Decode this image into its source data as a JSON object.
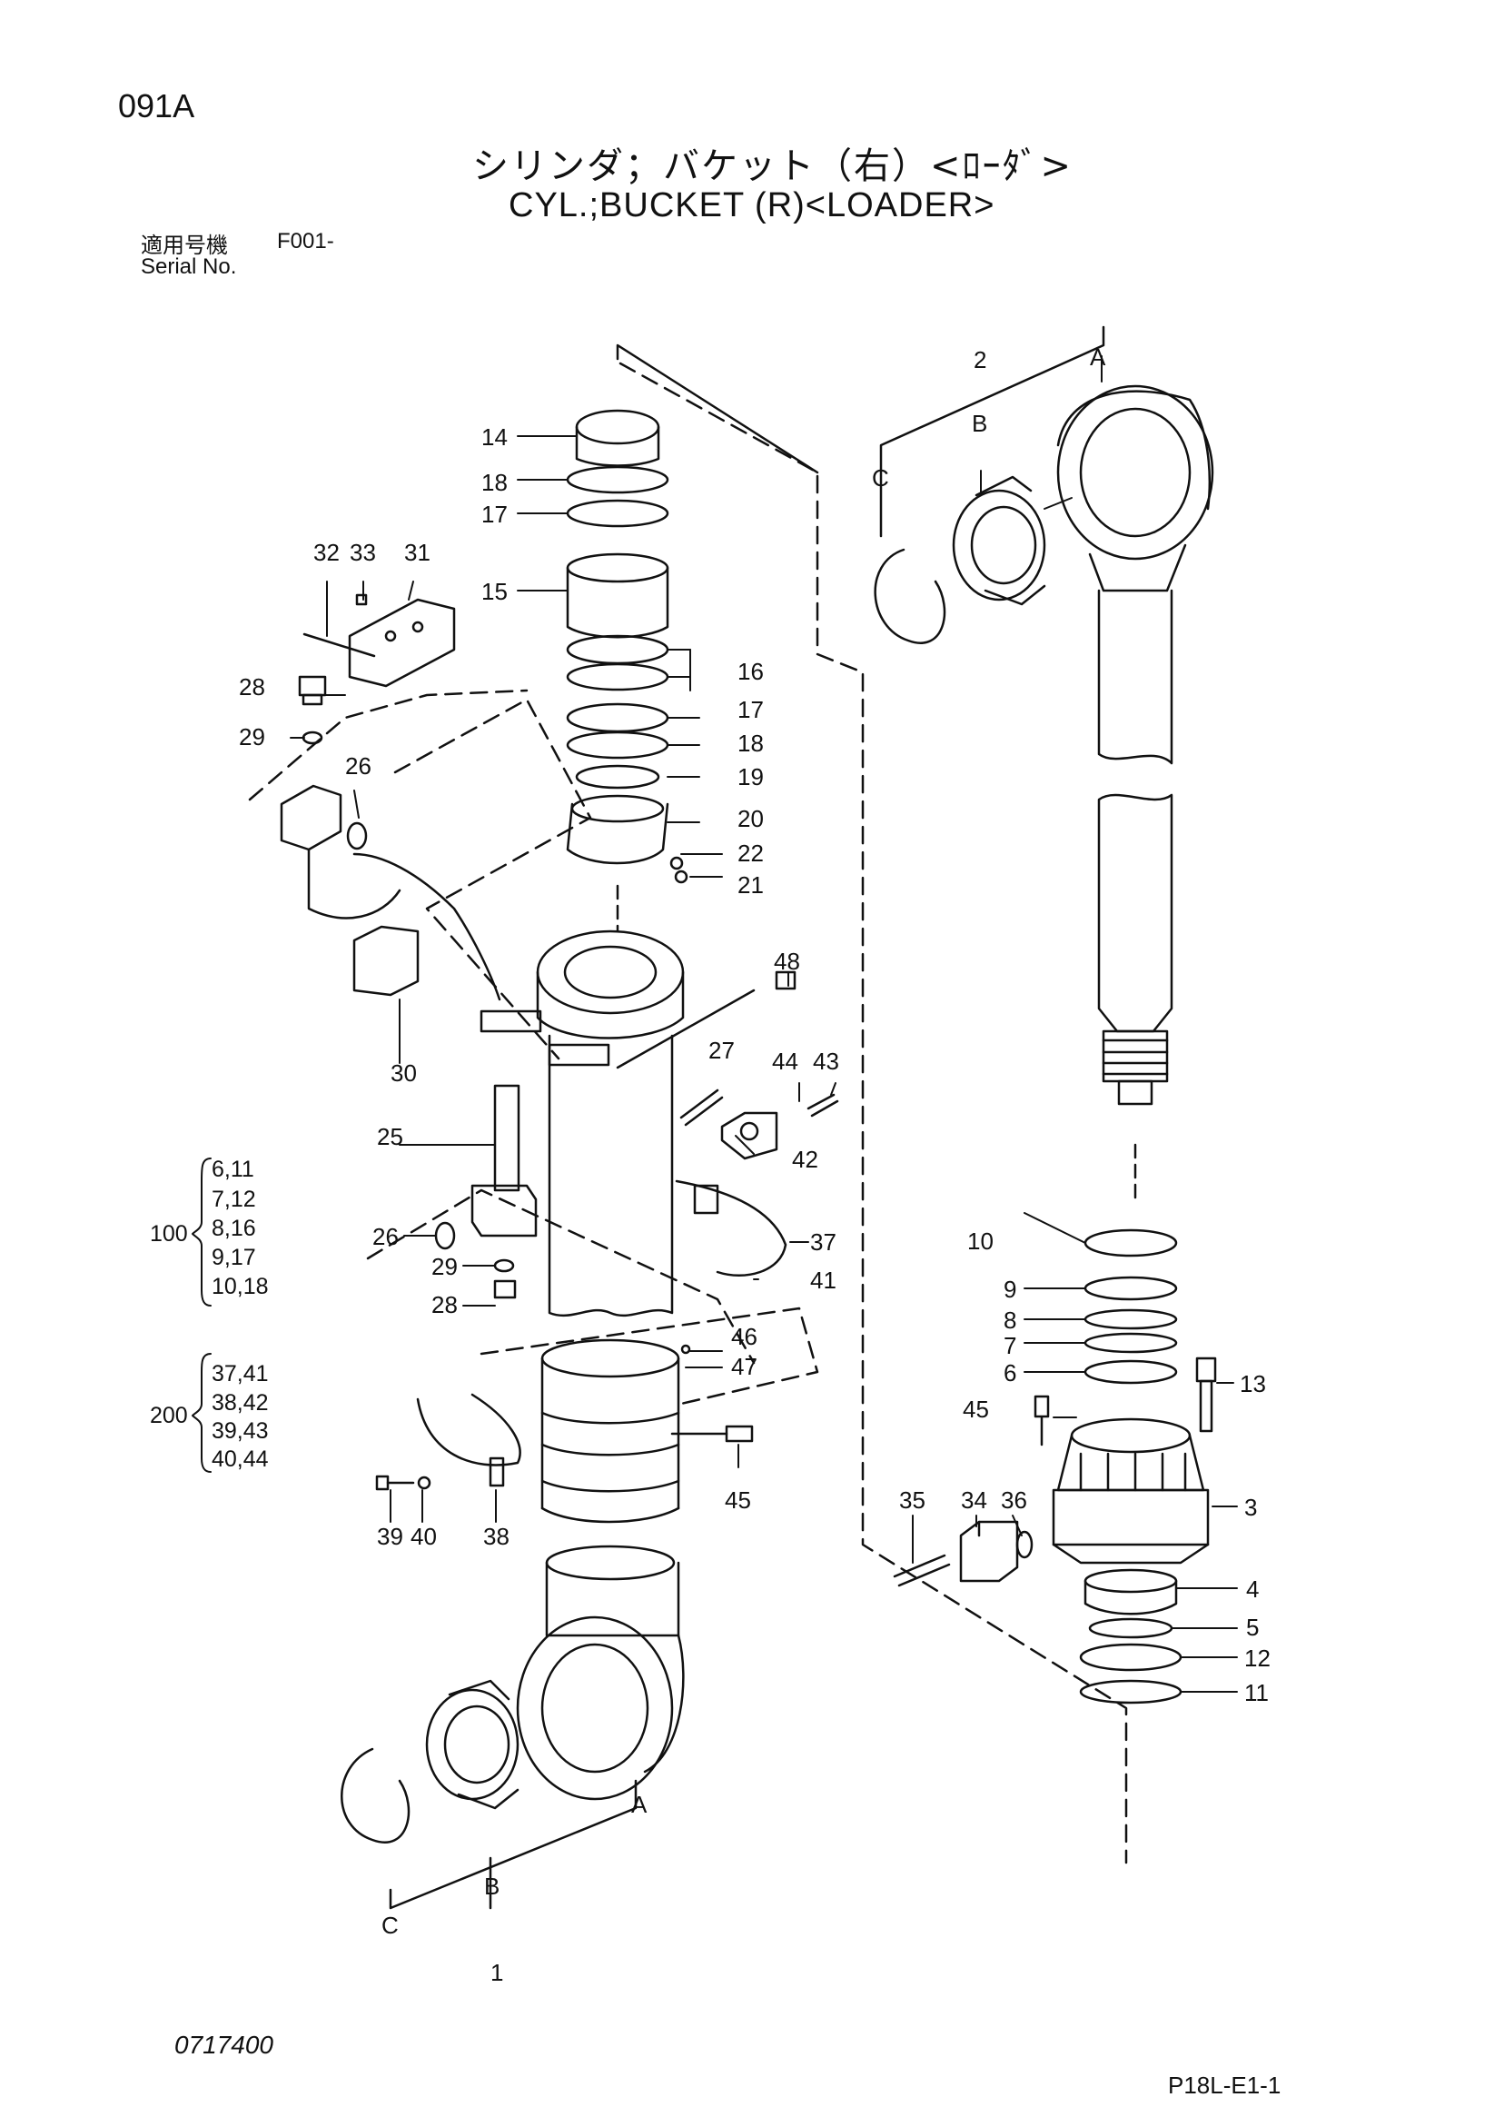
{
  "header": {
    "page_code": "091A",
    "title_jp": "シリンダ；バケット（右）<ﾛｰﾀﾞ>",
    "title_en": "CYL.;BUCKET (R)<LOADER>",
    "serial_label_jp": "適用号機",
    "serial_value": "F001-",
    "serial_label_en": "Serial No."
  },
  "footer": {
    "drawing_number": "0717400",
    "reference_code": "P18L-E1-1"
  },
  "part_labels": [
    "1",
    "2",
    "3",
    "4",
    "5",
    "6",
    "7",
    "8",
    "9",
    "10",
    "11",
    "12",
    "13",
    "14",
    "15",
    "16",
    "17",
    "17",
    "18",
    "18",
    "19",
    "20",
    "21",
    "22",
    "25",
    "26",
    "26",
    "27",
    "28",
    "28",
    "29",
    "29",
    "30",
    "31",
    "32",
    "33",
    "34",
    "35",
    "36",
    "37",
    "38",
    "39",
    "40",
    "41",
    "42",
    "43",
    "44",
    "45",
    "45",
    "46",
    "47",
    "48"
  ],
  "view_letters": {
    "a": "A",
    "b": "B",
    "c": "C"
  },
  "kit_100": {
    "number": "100",
    "lines": [
      "6,11",
      "7,12",
      "8,16",
      "9,17",
      "10,18"
    ]
  },
  "kit_200": {
    "number": "200",
    "lines": [
      "37,41",
      "38,42",
      "39,43",
      "40,44"
    ]
  }
}
